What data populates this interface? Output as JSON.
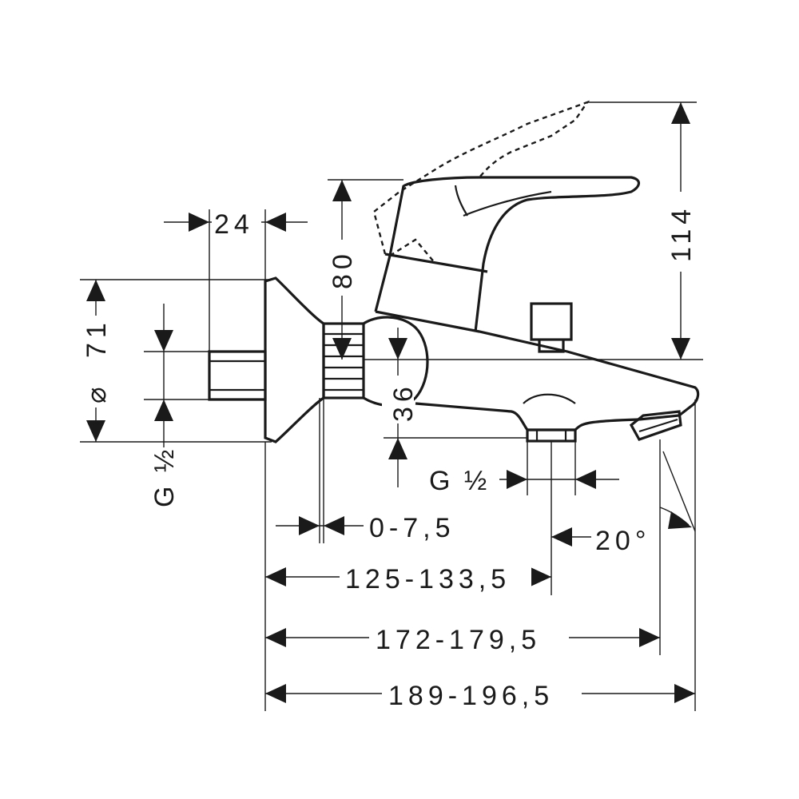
{
  "dimensions": {
    "d24": "24",
    "d80": "80",
    "d114": "114",
    "d71": "71",
    "dia": "⌀",
    "d36": "36",
    "g_half_left": "G ½",
    "g_half_bottom": "G ½",
    "d0_75": "0-7,5",
    "d20deg": "20°",
    "d125": "125-133,5",
    "d172": "172-179,5",
    "d189": "189-196,5"
  }
}
